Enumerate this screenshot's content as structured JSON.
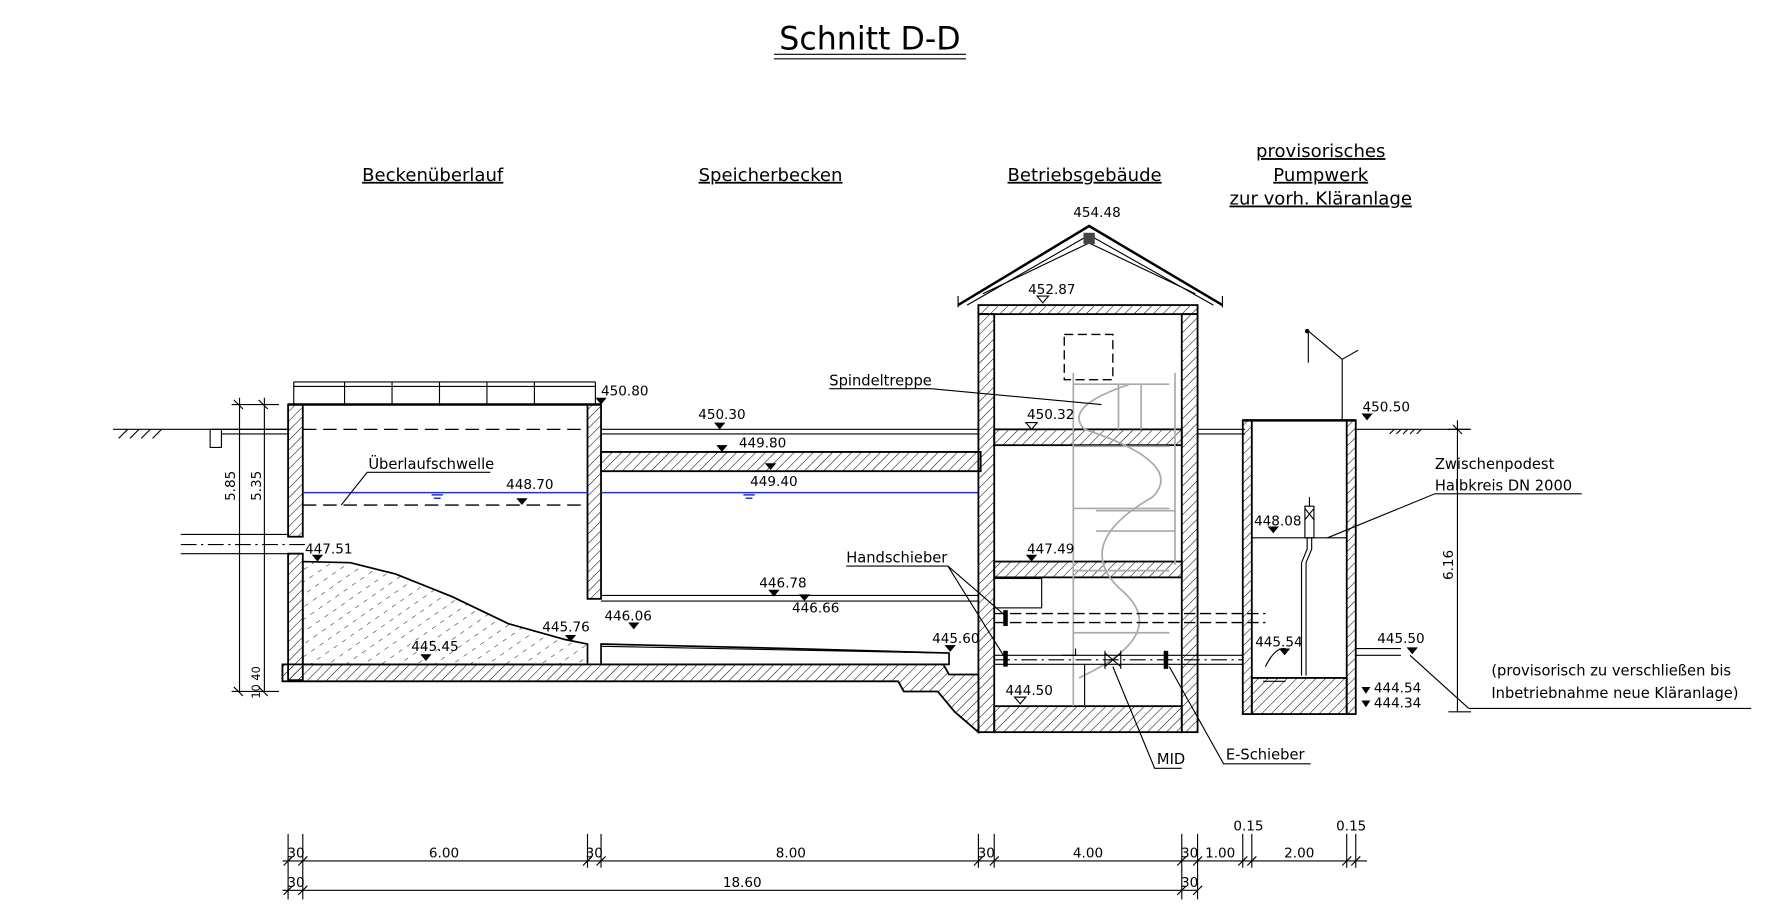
{
  "title": "Schnitt D-D",
  "sections": {
    "beckenueberlauf": "Beckenüberlauf",
    "speicherbecken": "Speicherbecken",
    "betriebsgebaeude": "Betriebsgebäude",
    "pumpwerk": [
      "provisorisches",
      "Pumpwerk",
      "zur vorh. Kläranlage"
    ]
  },
  "elevations": [
    "454.48",
    "452.87",
    "450.80",
    "450.30",
    "449.80",
    "449.40",
    "448.70",
    "447.51",
    "450.32",
    "447.49",
    "446.78",
    "446.66",
    "446.06",
    "445.76",
    "445.45",
    "445.60",
    "444.50",
    "450.50",
    "448.08",
    "445.54",
    "445.50",
    "444.54",
    "444.34"
  ],
  "annotations": {
    "ueberlaufschwelle": "Überlaufschwelle",
    "spindeltreppe": "Spindeltreppe",
    "handschieber": "Handschieber",
    "mid": "MID",
    "e_schieber": "E-Schieber",
    "zwischenpodest": [
      "Zwischenpodest",
      "Halbkreis DN 2000"
    ],
    "note": [
      "(provisorisch zu verschließen bis",
      "Inbetriebnahme neue Kläranlage)"
    ]
  },
  "dimensions": {
    "vertical": [
      "5.85",
      "5.35",
      "10",
      "40",
      "6.16"
    ],
    "row1": [
      "30",
      "6.00",
      "30",
      "8.00",
      "30",
      "4.00",
      "30",
      "1.00",
      "2.00"
    ],
    "top": [
      "0.15",
      "0.15"
    ],
    "row2": [
      "30",
      "18.60",
      "30"
    ]
  },
  "colors": {
    "water": "#2233cc",
    "lines": "#000000",
    "stair": "#aaaaaa"
  }
}
